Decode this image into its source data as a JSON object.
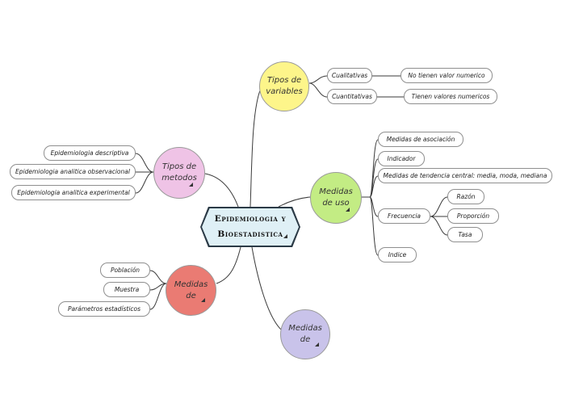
{
  "central": {
    "line1": "Epidemiologia y",
    "line2": "Bioestadistica"
  },
  "branches": {
    "tipos_variables": {
      "line1": "Tipos de",
      "line2": "variables",
      "color": "#fdf58a"
    },
    "tipos_metodos": {
      "line1": "Tipos de",
      "line2": "metodos",
      "color": "#efc3e6"
    },
    "medidas_uso": {
      "line1": "Medidas",
      "line2": "de uso",
      "color": "#c3ec84"
    },
    "medidas_de_red": {
      "line1": "Medidas",
      "line2": "de",
      "color": "#ea7b73"
    },
    "medidas_de_purple": {
      "line1": "Medidas",
      "line2": "de",
      "color": "#c9c3ea"
    }
  },
  "leaves": {
    "cualitativas": "Cualitativas",
    "cuantitativas": "Cuantitativas",
    "no_tienen": "No tienen valor numerico",
    "tienen": "Tienen valores numericos",
    "epi_descriptiva": "Epidemiologia descriptiva",
    "epi_observacional": "Epidemiologia analitica observacional",
    "epi_experimental": "Epidemiologia analitica experimental",
    "asociacion": "Medidas de asociación",
    "indicador": "Indicador",
    "tendencia": "Medidas de tendencia central: media, moda, mediana",
    "frecuencia": "Frecuencia",
    "razon": "Razón",
    "proporcion": "Proporción",
    "tasa": "Tasa",
    "indice": "Indice",
    "poblacion": "Población",
    "muestra": "Muestra",
    "parametros": "Parámetros estadísticos"
  }
}
